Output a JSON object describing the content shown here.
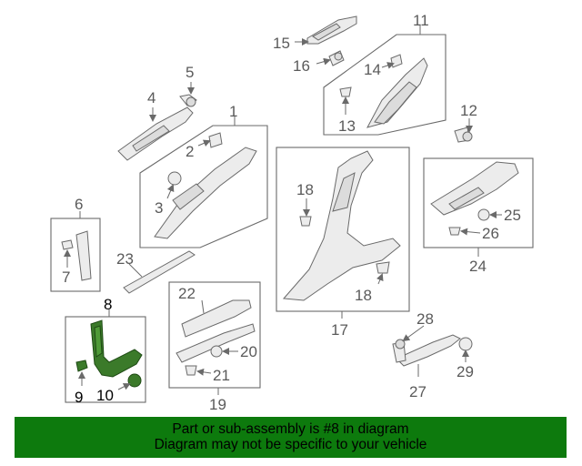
{
  "callouts": {
    "c1": "1",
    "c2": "2",
    "c3": "3",
    "c4": "4",
    "c5": "5",
    "c6": "6",
    "c7": "7",
    "c8": "8",
    "c9": "9",
    "c10": "10",
    "c11": "11",
    "c12": "12",
    "c13": "13",
    "c14": "14",
    "c15": "15",
    "c16": "16",
    "c17": "17",
    "c18a": "18",
    "c18b": "18",
    "c19": "19",
    "c20": "20",
    "c21": "21",
    "c22": "22",
    "c23": "23",
    "c24": "24",
    "c25": "25",
    "c26": "26",
    "c27": "27",
    "c28": "28",
    "c29": "29"
  },
  "highlight": {
    "part_number": "8",
    "color": "#3b7a2a"
  },
  "footer": {
    "line1": "Part or sub-assembly is #8 in diagram",
    "line2": "Diagram may not be specific to your vehicle",
    "background": "#0d7a0d"
  }
}
